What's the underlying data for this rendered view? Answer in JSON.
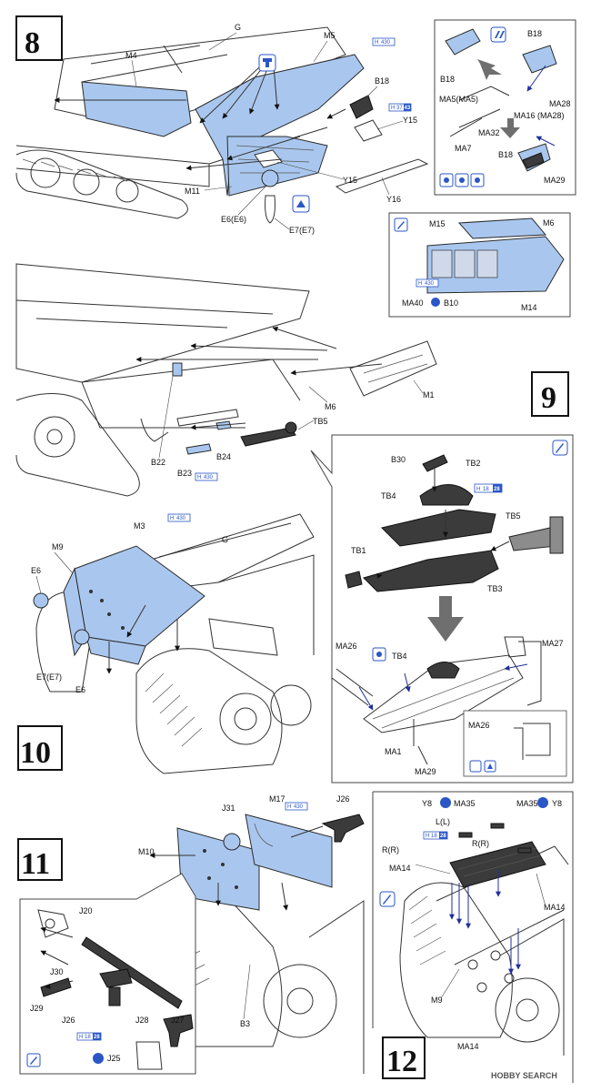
{
  "steps": {
    "s8": "8",
    "s9": "9",
    "s10": "10",
    "s11": "11",
    "s12": "12"
  },
  "labels": {
    "G_a": "G",
    "M5": "M5",
    "M4": "M4",
    "B18_a": "B18",
    "Y15_a": "Y15",
    "Y15_b": "Y15",
    "Y16": "Y16",
    "M11": "M11",
    "E6E6": "E6(E6)",
    "E7E7_a": "E7(E7)",
    "B18_b": "B18",
    "B18_c": "B18",
    "B18_d": "B18",
    "MA5MA5": "MA5(MA5)",
    "MA28_a": "MA28",
    "MA16": "MA16 (MA28)",
    "MA32": "MA32",
    "MA7": "MA7",
    "MA29_a": "MA29",
    "M15": "M15",
    "M6_a": "M6",
    "MA40": "MA40",
    "B10": "B10",
    "M14": "M14",
    "M6_b": "M6",
    "M1": "M1",
    "TB5_a": "TB5",
    "B22": "B22",
    "B23": "B23",
    "B24": "B24",
    "B30": "B30",
    "TB2": "TB2",
    "TB4_a": "TB4",
    "TB5_b": "TB5",
    "TB1": "TB1",
    "TB3": "TB3",
    "MA26_a": "MA26",
    "TB4_b": "TB4",
    "MA27": "MA27",
    "MA1": "MA1",
    "MA29_b": "MA29",
    "MA26_b": "MA26",
    "M3": "M3",
    "G_b": "G",
    "M9_a": "M9",
    "E6_a": "E6",
    "E7E7_b": "E7(E7)",
    "E6_b": "E6",
    "J31": "J31",
    "M17": "M17",
    "J26_a": "J26",
    "M10": "M10",
    "J20": "J20",
    "J30": "J30",
    "J29": "J29",
    "J26_b": "J26",
    "J28": "J28",
    "J27": "J27",
    "J25": "J25",
    "B3": "B3",
    "Y8_a": "Y8",
    "MA35_a": "MA35",
    "MA35_b": "MA35",
    "Y8_b": "Y8",
    "LL": "L(L)",
    "RR_a": "R(R)",
    "RR_b": "R(R)",
    "MA14_a": "MA14",
    "MA14_b": "MA14",
    "MA14_c": "MA14",
    "M9_b": "M9"
  },
  "h_refs": {
    "h430": "430",
    "h37": "37",
    "h37b": "43",
    "h18": "18",
    "h28": "28",
    "hH": "H"
  },
  "watermark": "HOBBY SEARCH",
  "colors": {
    "part_blue": "#a9c7ee",
    "ref_blue": "#2a56c6",
    "arrow_blue": "#1f2f9a"
  }
}
